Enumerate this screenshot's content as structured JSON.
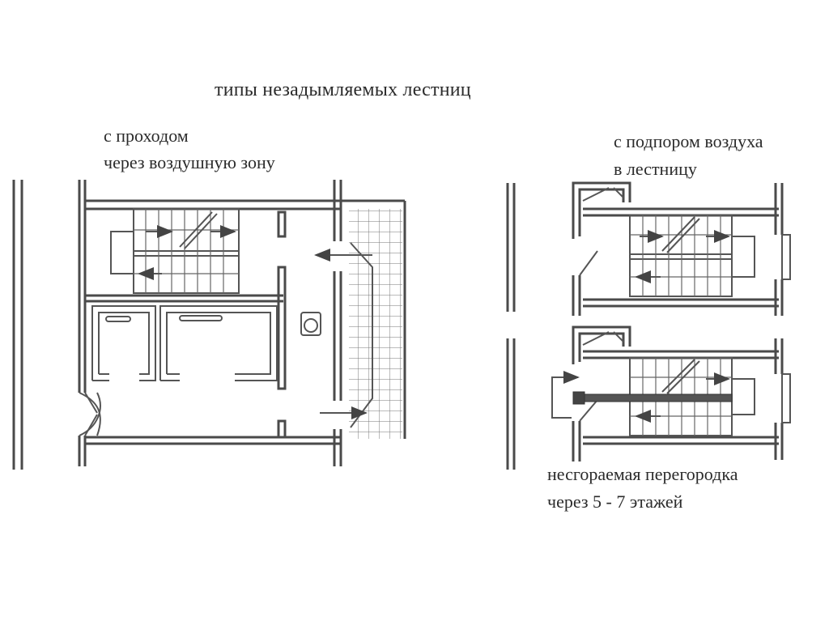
{
  "title": "типы незадымляемых лестниц",
  "left_scheme": {
    "caption_line1": "с проходом",
    "caption_line2": "через воздушную зону"
  },
  "right_scheme": {
    "caption_line1": "с подпором воздуха",
    "caption_line2": "в лестницу",
    "note_line1": "несгораемая перегородка",
    "note_line2": "через 5 - 7 этажей"
  }
}
